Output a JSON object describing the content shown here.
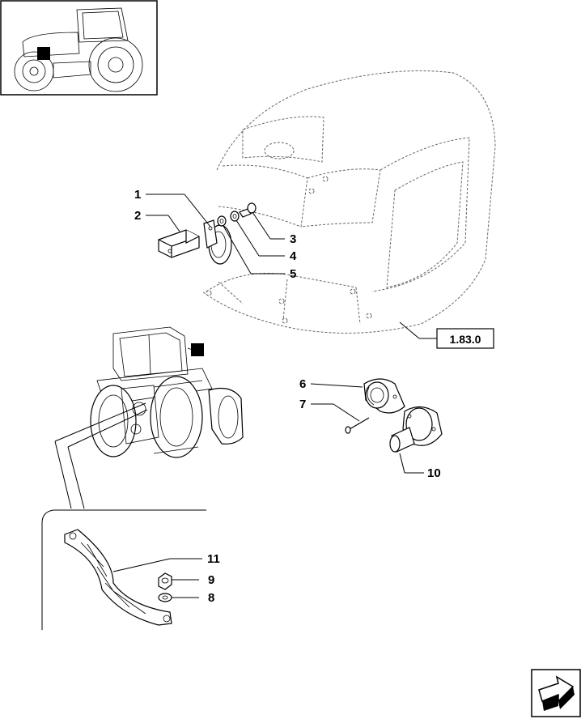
{
  "reference_box": {
    "label": "1.83.0"
  },
  "callouts": [
    {
      "id": "1",
      "label": "1"
    },
    {
      "id": "2",
      "label": "2"
    },
    {
      "id": "3",
      "label": "3"
    },
    {
      "id": "4",
      "label": "4"
    },
    {
      "id": "5",
      "label": "5"
    },
    {
      "id": "6",
      "label": "6"
    },
    {
      "id": "7",
      "label": "7"
    },
    {
      "id": "8",
      "label": "8"
    },
    {
      "id": "9",
      "label": "9"
    },
    {
      "id": "10",
      "label": "10"
    },
    {
      "id": "11",
      "label": "11"
    }
  ],
  "icons": {
    "thumbnail": "tractor-thumbnail-icon",
    "next_page": "next-page-arrow-icon"
  }
}
